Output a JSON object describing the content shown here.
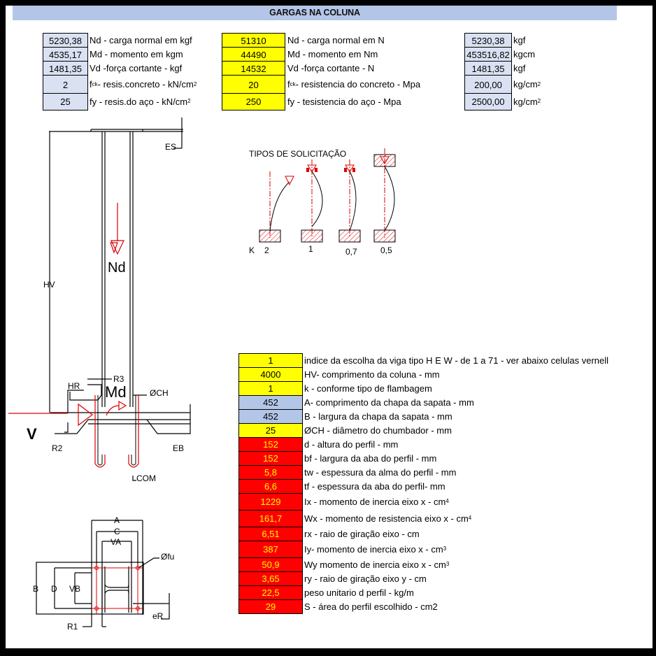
{
  "header": {
    "title": "GARGAS NA COLUNA"
  },
  "table_kgf": [
    {
      "value": "5230,38",
      "label": "Nd - carga normal em kgf"
    },
    {
      "value": "4535,17",
      "label": "Md - momento em kgm"
    },
    {
      "value": "1481,35",
      "label": "Vd -força cortante - kgf"
    },
    {
      "value": "2",
      "label_pre": "f",
      "label_sub": "ck",
      "label": " - resis.concreto - kN/cm",
      "label_sup": "2"
    },
    {
      "value": "25",
      "label": "fy - resis.do aço - kN/cm",
      "label_sup": "2"
    }
  ],
  "table_n": [
    {
      "value": "51310",
      "label": "Nd - carga normal em N"
    },
    {
      "value": "44490",
      "label": "Md - momento em Nm"
    },
    {
      "value": "14532",
      "label": "Vd -força cortante - N"
    },
    {
      "value": "20",
      "label_pre": "f",
      "label_sub": "ck",
      "label": " - resistencia do concreto - Mpa"
    },
    {
      "value": "250",
      "label": "fy - tesistencia do aço - Mpa"
    }
  ],
  "table_units": [
    {
      "value": "5230,38",
      "unit": "kgf"
    },
    {
      "value": "453516,82",
      "unit": "kgcm"
    },
    {
      "value": "1481,35",
      "unit": "kgf"
    },
    {
      "value": "200,00",
      "unit": "kg/cm",
      "unit_sup": "2"
    },
    {
      "value": "2500,00",
      "unit": "kg/cm",
      "unit_sup": "2"
    }
  ],
  "profile_table": [
    {
      "value": "1",
      "color": "yellow",
      "label": "indice da escolha da viga tipo H E W - de 1 a 71 - ver abaixo celulas vernell"
    },
    {
      "value": "4000",
      "color": "yellow",
      "label": "HV- comprimento da coluna - mm"
    },
    {
      "value": "1",
      "color": "yellow",
      "label": "k - conforme tipo de flambagem"
    },
    {
      "value": "452",
      "color": "blue",
      "label": "A- comprimento da chapa da sapata - mm"
    },
    {
      "value": "452",
      "color": "blue",
      "label": "B - largura da chapa da sapata - mm"
    },
    {
      "value": "25",
      "color": "yellow",
      "label": "ØCH - diâmetro do chumbador - mm"
    },
    {
      "value": "152",
      "color": "red",
      "label": "d  - altura do perfil - mm"
    },
    {
      "value": "152",
      "color": "red",
      "label": "bf - largura da aba do perfil  - mm"
    },
    {
      "value": "5,8",
      "color": "red",
      "label": "tw - espessura da alma do perfil  - mm"
    },
    {
      "value": "6,6",
      "color": "red",
      "label": "tf - espessura da aba do perfil- mm"
    },
    {
      "value": "1229",
      "color": "red",
      "label": "Ix - momento de inercia eixo x - cm",
      "sup": "4"
    },
    {
      "value": "161,7",
      "color": "red",
      "label": "Wx - momento de resistencia eixo x - cm",
      "sup": "4"
    },
    {
      "value": "6,51",
      "color": "red",
      "label": "rx - raio de giração eixo  - cm"
    },
    {
      "value": "387",
      "color": "red",
      "label": "Iy- momento de inercia eixo x - cm",
      "sup": "3"
    },
    {
      "value": "50,9",
      "color": "red",
      "label": "Wy momento de inercia eixo x - cm",
      "sup": "3"
    },
    {
      "value": "3,65",
      "color": "red",
      "label": "ry - raio de giração eixo y  - cm"
    },
    {
      "value": "22,5",
      "color": "red",
      "label": "peso unitario d perfil  - kg/m"
    },
    {
      "value": "29",
      "color": "red",
      "label": "S - área do perfil escolhido - cm2"
    }
  ],
  "column_drawing": {
    "es": "ES",
    "nd": "Nd",
    "hv": "HV",
    "hr": "HR",
    "r3": "R3",
    "md": "Md",
    "och": "ØCH",
    "v": "V",
    "r2": "R2",
    "eb": "EB",
    "com": "COM"
  },
  "buckling": {
    "title": "TIPOS DE SOLICITAÇÃO",
    "k_label": "K",
    "k_values": [
      "2",
      "1",
      "0,7",
      "0,5"
    ]
  },
  "plate_drawing": {
    "a": "A",
    "c": "C",
    "va": "VA",
    "fu": "Øfu",
    "b": "B",
    "d": "D",
    "vb": "VB",
    "er": "eR",
    "r1": "R1"
  }
}
